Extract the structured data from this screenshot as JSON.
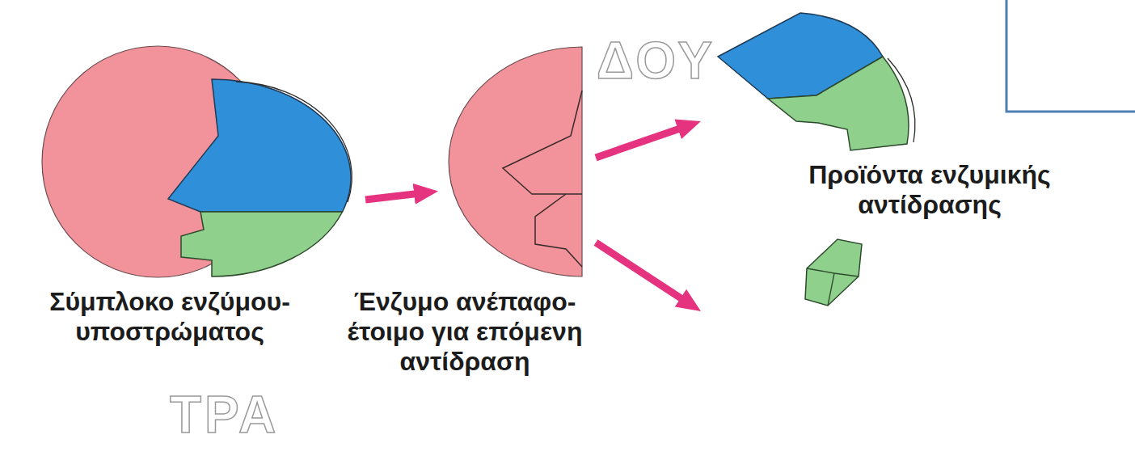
{
  "diagram": {
    "nodes": [
      {
        "text": [
          "Σύμπλοκο ενζύμου- υποστρώματος"
        ]
      },
      {
        "text": [
          "Ένζυμο ανέπαφο- έτοιμο για επόμενη αντίδραση"
        ]
      },
      {
        "text": [
          "Προϊόντα ενζυμικής αντίδρασης"
        ]
      }
    ],
    "edges": [
      {
        "from": 0,
        "to": 1,
        "arrow": "to"
      },
      {
        "from": 1,
        "to": 2,
        "arrow": "to"
      },
      {
        "from": 1,
        "to": 2,
        "arrow": "to"
      }
    ],
    "labels": [
      "ΔΟΥ",
      "ΤΡΑ"
    ]
  }
}
